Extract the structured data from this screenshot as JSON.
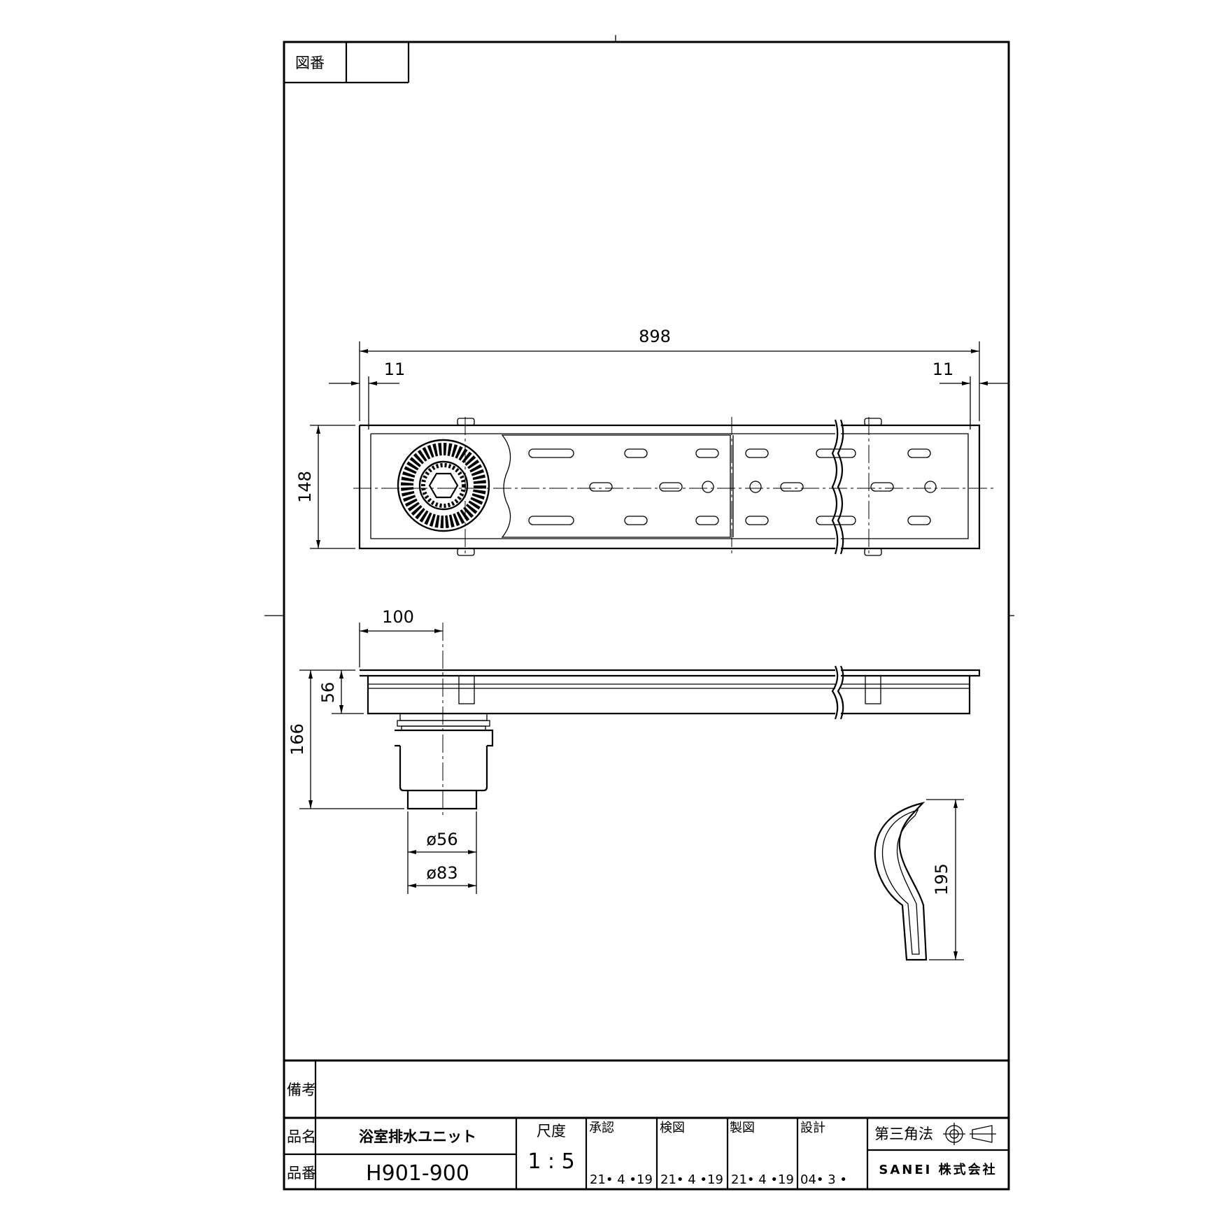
{
  "drawing_number_label": "図番",
  "drawing_number_value": "",
  "dimensions": {
    "length_overall": "898",
    "end_left": "11",
    "end_right": "11",
    "width": "148",
    "outlet_offset": "100",
    "body_depth": "56",
    "overall_depth": "166",
    "pipe_inner": "ø56",
    "pipe_outer": "ø83",
    "tool_length": "195"
  },
  "title_block": {
    "remarks_label": "備考",
    "remarks_value": "",
    "name_label": "品名",
    "name_value": "浴室排水ユニット",
    "part_label": "品番",
    "part_value": "H901-900",
    "scale_label": "尺度",
    "scale_value": "1 : 5",
    "approved_label": "承認",
    "approved_date": "21• 4 •19",
    "checked_label": "検図",
    "checked_date": "21• 4 •19",
    "drawn_label": "製図",
    "drawn_date": "21• 4 •19",
    "design_label": "設計",
    "design_date": "04• 3 •",
    "projection_label": "第三角法",
    "company": "SANEI 株式会社"
  }
}
